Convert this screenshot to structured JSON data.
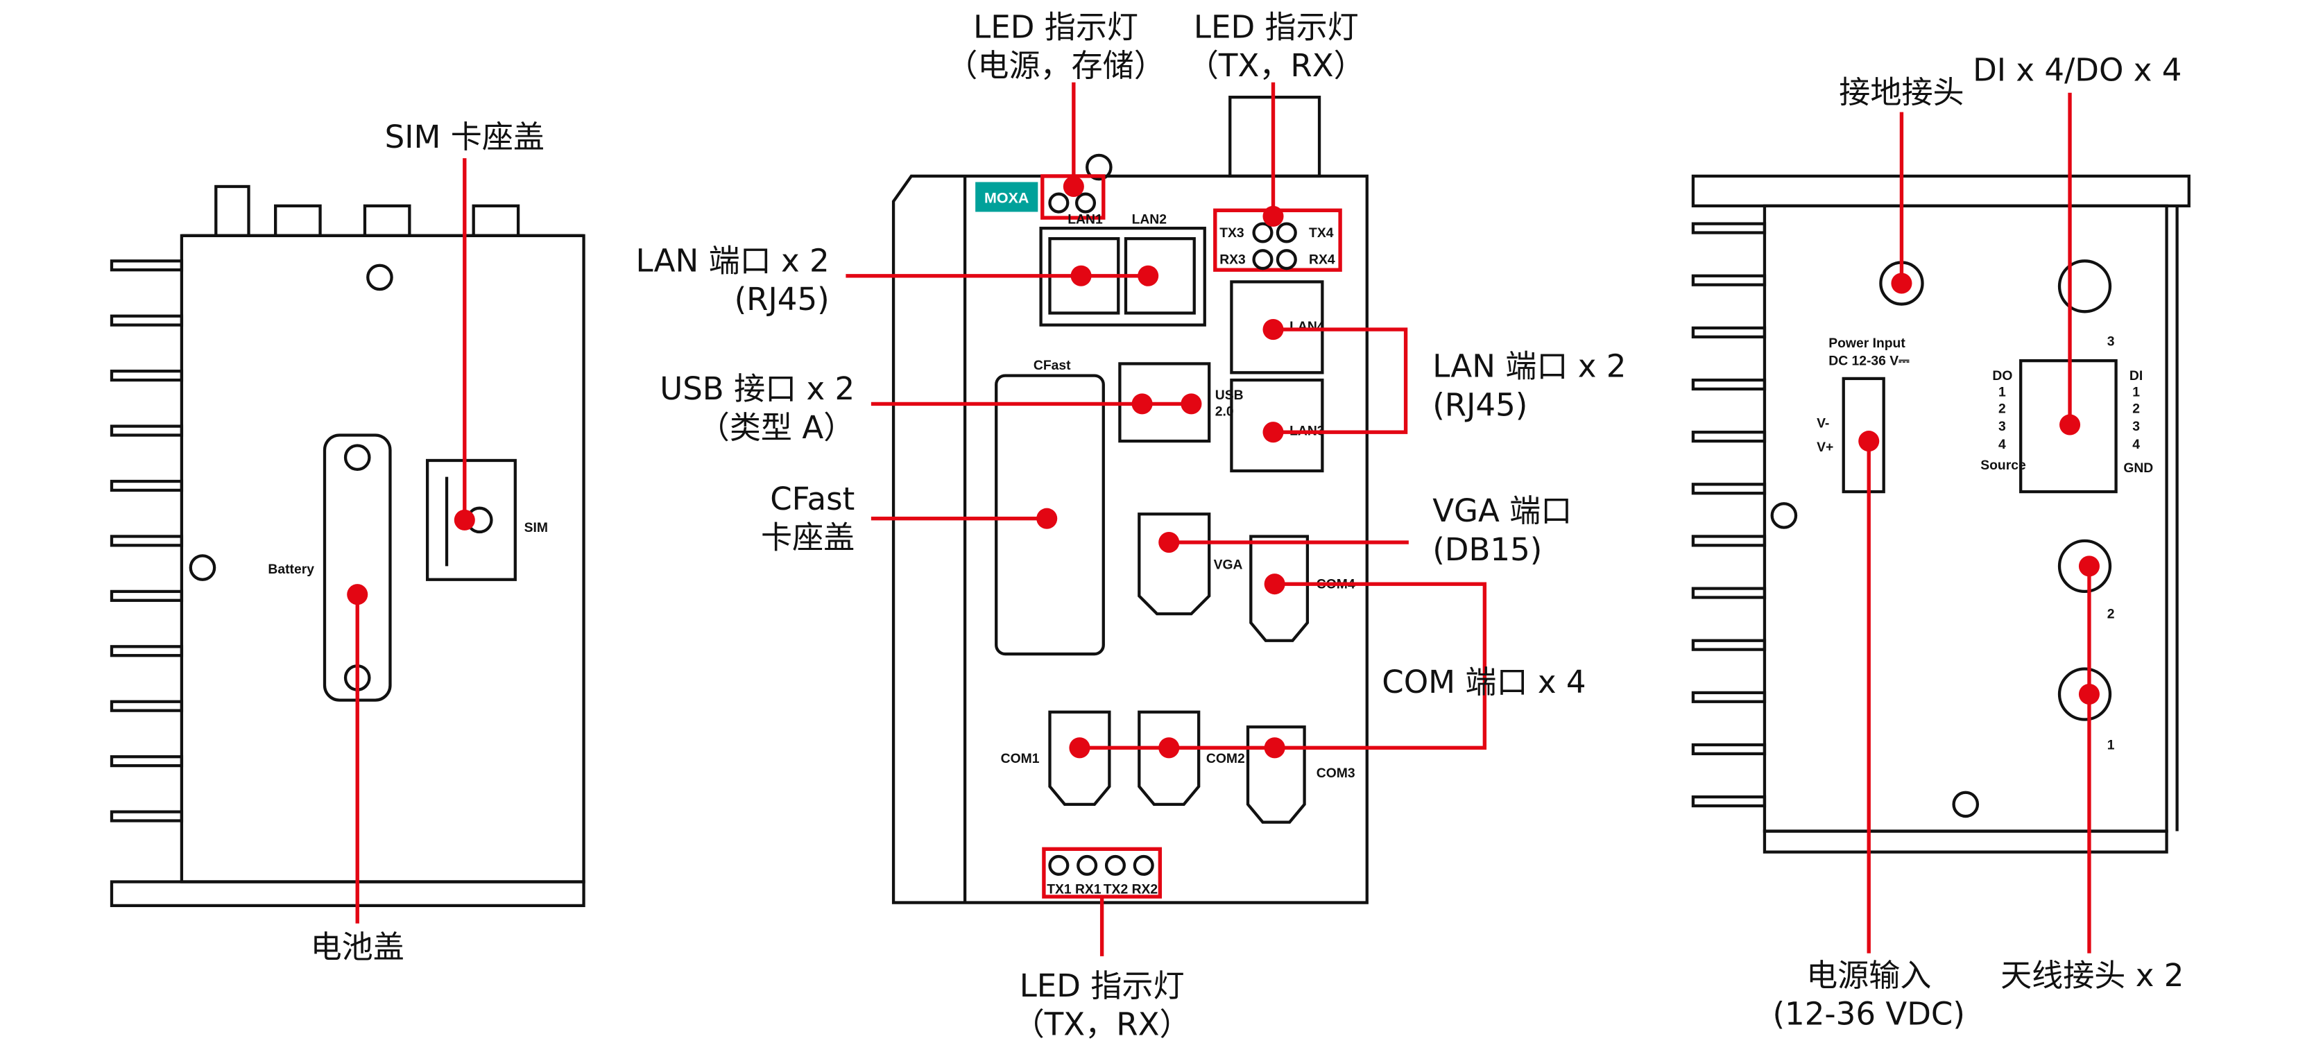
{
  "colors": {
    "callout": "#e30613",
    "brand": "#00a19a"
  },
  "left_view": {
    "sim_cover": "SIM 卡座盖",
    "battery_cover": "电池盖",
    "battery_text": "Battery",
    "sim_text": "SIM"
  },
  "front_view": {
    "logo": "MOXA",
    "led_status_title": "LED 指示灯",
    "led_status_sub": "（电源，存储）",
    "led_txrx_top_title": "LED 指示灯",
    "led_txrx_top_sub": "（TX，RX）",
    "lan12_title": "LAN 端口 x 2",
    "lan12_sub": "(RJ45)",
    "lan34_title": "LAN 端口 x 2",
    "lan34_sub": "(RJ45)",
    "usb_title": "USB 接口 x 2",
    "usb_sub": "（类型 A）",
    "cfast_title": "CFast",
    "cfast_sub": "卡座盖",
    "vga_title": "VGA 端口",
    "vga_sub": "(DB15)",
    "com_title": "COM 端口 x 4",
    "led_bottom_title": "LED 指示灯",
    "led_bottom_sub": "（TX，RX）",
    "panel": {
      "lan1": "LAN1",
      "lan2": "LAN2",
      "lan3": "LAN3",
      "lan4": "LAN4",
      "tx3": "TX3",
      "tx4": "TX4",
      "rx3": "RX3",
      "rx4": "RX4",
      "usb": "USB",
      "usb_ver": "2.0",
      "cfast": "CFast",
      "vga": "VGA",
      "com1": "COM1",
      "com2": "COM2",
      "com3": "COM3",
      "com4": "COM4",
      "tx1": "TX1",
      "rx1": "RX1",
      "tx2": "TX2",
      "rx2": "RX2"
    }
  },
  "right_view": {
    "ground": "接地接头",
    "dio": "DI x 4/DO x 4",
    "power_title": "电源输入",
    "power_sub": "(12-36 VDC)",
    "antenna": "天线接头 x 2",
    "panel": {
      "power_input": "Power Input",
      "power_rating": "DC 12-36 V⎓",
      "vminus": "V-",
      "vplus": "V+",
      "do": "DO",
      "di": "DI",
      "n1": "1",
      "n2": "2",
      "n3": "3",
      "n4": "4",
      "source": "Source",
      "gnd": "GND",
      "ant3": "3",
      "ant2": "2",
      "ant1": "1"
    }
  }
}
